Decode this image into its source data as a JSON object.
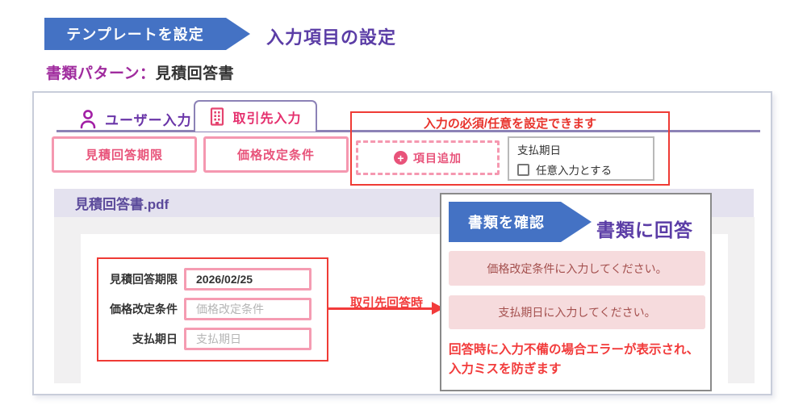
{
  "header": {
    "step_banner": "テンプレートを設定",
    "step_title": "入力項目の設定",
    "pattern_label": "書類パターン：",
    "pattern_value": "見積回答書"
  },
  "tabs": {
    "user_label": "ユーザー入力",
    "partner_label": "取引先入力"
  },
  "chips": {
    "chip1": "見積回答期限",
    "chip2": "価格改定条件"
  },
  "annotation": {
    "title": "入力の必須/任意を設定できます",
    "add_item_label": "項目追加",
    "plus_glyph": "+",
    "optional_field_name": "支払期日",
    "optional_checkbox_label": "任意入力とする"
  },
  "pdf": {
    "filename": "見積回答書.pdf"
  },
  "form": {
    "rows": [
      {
        "label": "見積回答期限",
        "value": "2026/02/25",
        "placeholder": ""
      },
      {
        "label": "価格改定条件",
        "value": "",
        "placeholder": "価格改定条件"
      },
      {
        "label": "支払期日",
        "value": "",
        "placeholder": "支払期日"
      }
    ]
  },
  "arrow": {
    "label": "取引先回答時"
  },
  "result_panel": {
    "banner": "書類を確認",
    "title": "書類に回答",
    "alerts": [
      "価格改定条件に入力してください。",
      "支払期日に入力してください。"
    ],
    "note_line1": "回答時に入力不備の場合エラーが表示され、",
    "note_line2": "入力ミスを防ぎます"
  },
  "colors": {
    "banner_blue": "#4472C4",
    "title_purple": "#5B3DA6",
    "magenta": "#A02C9E",
    "tab_border_purple": "#8C82B6",
    "pink_border": "#F598B0",
    "pink_text": "#E8537A",
    "annotation_red": "#EF3B35",
    "alert_bg": "#F6DBDD",
    "alert_text": "#A4504E",
    "note_red": "#F23B3B",
    "pdf_header_bg": "#E4E2EF",
    "pdf_body_bg": "#F1F0F1"
  }
}
